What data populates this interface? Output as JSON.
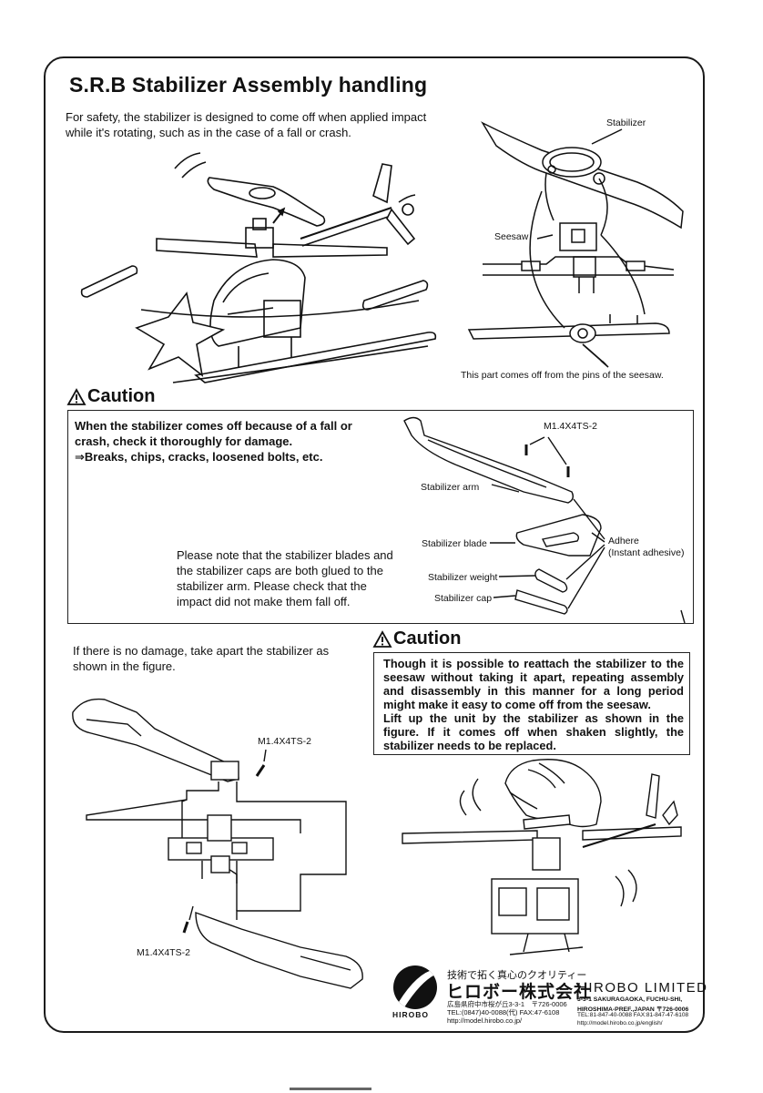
{
  "title": "S.R.B Stabilizer Assembly handling",
  "intro": "For safety, the stabilizer is designed to come off when applied impact while it's rotating, such as in the case of a fall or crash.",
  "top_figure": {
    "label_stabilizer": "Stabilizer",
    "label_seesaw": "Seesaw",
    "caption": "This part comes off from the pins of the seesaw."
  },
  "caution_1": {
    "heading": "Caution",
    "line_1": "When the stabilizer comes off because of a fall or crash, check it thoroughly for damage.",
    "line_2": "Breaks, chips, cracks, loosened bolts, etc.",
    "arrow_symbol": "⇒",
    "note": "Please note that the stabilizer blades and the stabilizer caps are both glued to the stabilizer arm. Please check that the impact did not make them fall off.",
    "labels": {
      "screw": "M1.4X4TS-2",
      "arm": "Stabilizer arm",
      "blade": "Stabilizer blade",
      "adhere": "Adhere",
      "adhesive": "(Instant adhesive)",
      "weight": "Stabilizer weight",
      "cap": "Stabilizer cap"
    }
  },
  "disassembly": {
    "text": "If there is no damage, take apart the stabilizer as shown in the figure.",
    "screw_top": "M1.4X4TS-2",
    "screw_bottom": "M1.4X4TS-2"
  },
  "caution_2": {
    "heading": "Caution",
    "para_1": "Though it is possible to reattach the stabilizer to the seesaw without taking it apart, repeating assembly and disassembly in this manner for a long period might make it easy to come off from the seesaw.",
    "para_2": "Lift up the unit by the stabilizer as shown in the figure. If it comes off when shaken slightly, the stabilizer needs to be replaced."
  },
  "footer": {
    "logo_word": "HIROBO",
    "jp_slogan": "技術で拓く真心のクオリティー",
    "jp_company": "ヒロボー株式会社",
    "jp_address": "広島県府中市桜が丘3-3-1　〒726-0006",
    "jp_tel": "TEL:(0847)40-0088(代) FAX:47-6108",
    "jp_url": "http://model.hirobo.co.jp/",
    "en_company": "HIROBO LIMITED",
    "en_address_1": "3-3-1 SAKURAGAOKA, FUCHU-SHI,",
    "en_address_2": "HIROSHIMA-PREF.,JAPAN 〒726-0006",
    "en_tel": "TEL:81-847-40-0088 FAX:81-847-47-6108",
    "en_url": "http://model.hirobo.co.jp/english/"
  }
}
